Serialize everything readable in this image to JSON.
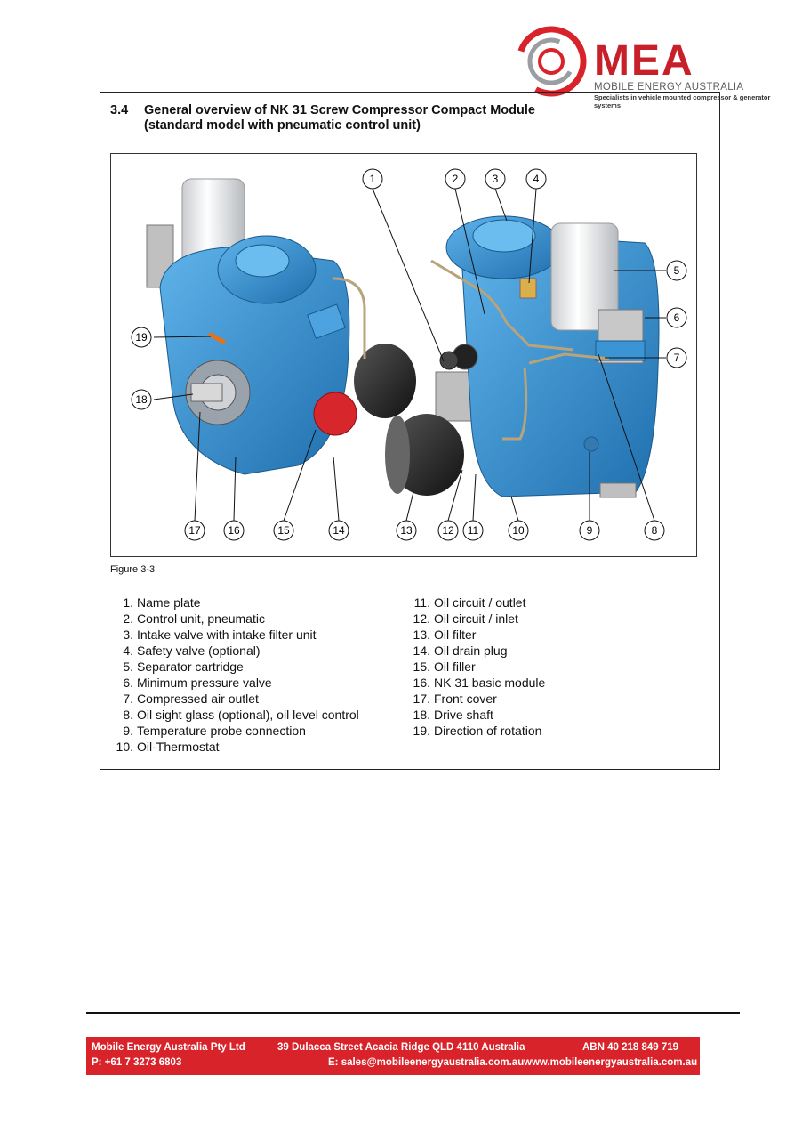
{
  "brand": {
    "logo_letters": "MEA",
    "name": "MOBILE ENERGY AUSTRALIA",
    "tagline": "Specialists in vehicle mounted compressor & generator systems"
  },
  "section": {
    "number": "3.4",
    "title_line1": "General overview of NK 31 Screw Compressor Compact Module",
    "title_line2": "(standard model with pneumatic control unit)"
  },
  "figure": {
    "caption": "Figure 3-3",
    "callouts": [
      "1",
      "2",
      "3",
      "4",
      "5",
      "6",
      "7",
      "8",
      "9",
      "10",
      "11",
      "12",
      "13",
      "14",
      "15",
      "16",
      "17",
      "18",
      "19"
    ]
  },
  "legend_left": [
    {
      "n": "1.",
      "label": "Name plate"
    },
    {
      "n": "2.",
      "label": "Control unit, pneumatic"
    },
    {
      "n": "3.",
      "label": "Intake valve with intake filter unit"
    },
    {
      "n": "4.",
      "label": "Safety valve (optional)"
    },
    {
      "n": "5.",
      "label": "Separator cartridge"
    },
    {
      "n": "6.",
      "label": "Minimum pressure valve"
    },
    {
      "n": "7.",
      "label": "Compressed air outlet"
    },
    {
      "n": "8.",
      "label": "Oil sight glass (optional), oil level control"
    },
    {
      "n": "9.",
      "label": "Temperature probe connection"
    },
    {
      "n": "10.",
      "label": "Oil-Thermostat"
    }
  ],
  "legend_right": [
    {
      "n": "11.",
      "label": "Oil circuit / outlet"
    },
    {
      "n": "12.",
      "label": "Oil circuit / inlet"
    },
    {
      "n": "13.",
      "label": "Oil filter"
    },
    {
      "n": "14.",
      "label": "Oil drain plug"
    },
    {
      "n": "15.",
      "label": "Oil filler"
    },
    {
      "n": "16.",
      "label": "NK 31 basic module"
    },
    {
      "n": "17.",
      "label": "Front cover"
    },
    {
      "n": "18.",
      "label": "Drive shaft"
    },
    {
      "n": "19.",
      "label": "Direction of rotation"
    }
  ],
  "footer": {
    "company": "Mobile Energy Australia Pty Ltd",
    "address": "39 Dulacca Street Acacia Ridge QLD 4110 Australia",
    "abn": "ABN 40 218 849 719",
    "phone": "P: +61 7 3273 6803",
    "email": "E: sales@mobileenergyaustralia.com.au",
    "web": "www.mobileenergyaustralia.com.au"
  },
  "colors": {
    "brand_red": "#d9232b",
    "compressor_blue": "#2f8fd0",
    "logo_grey": "#8a8d91"
  }
}
